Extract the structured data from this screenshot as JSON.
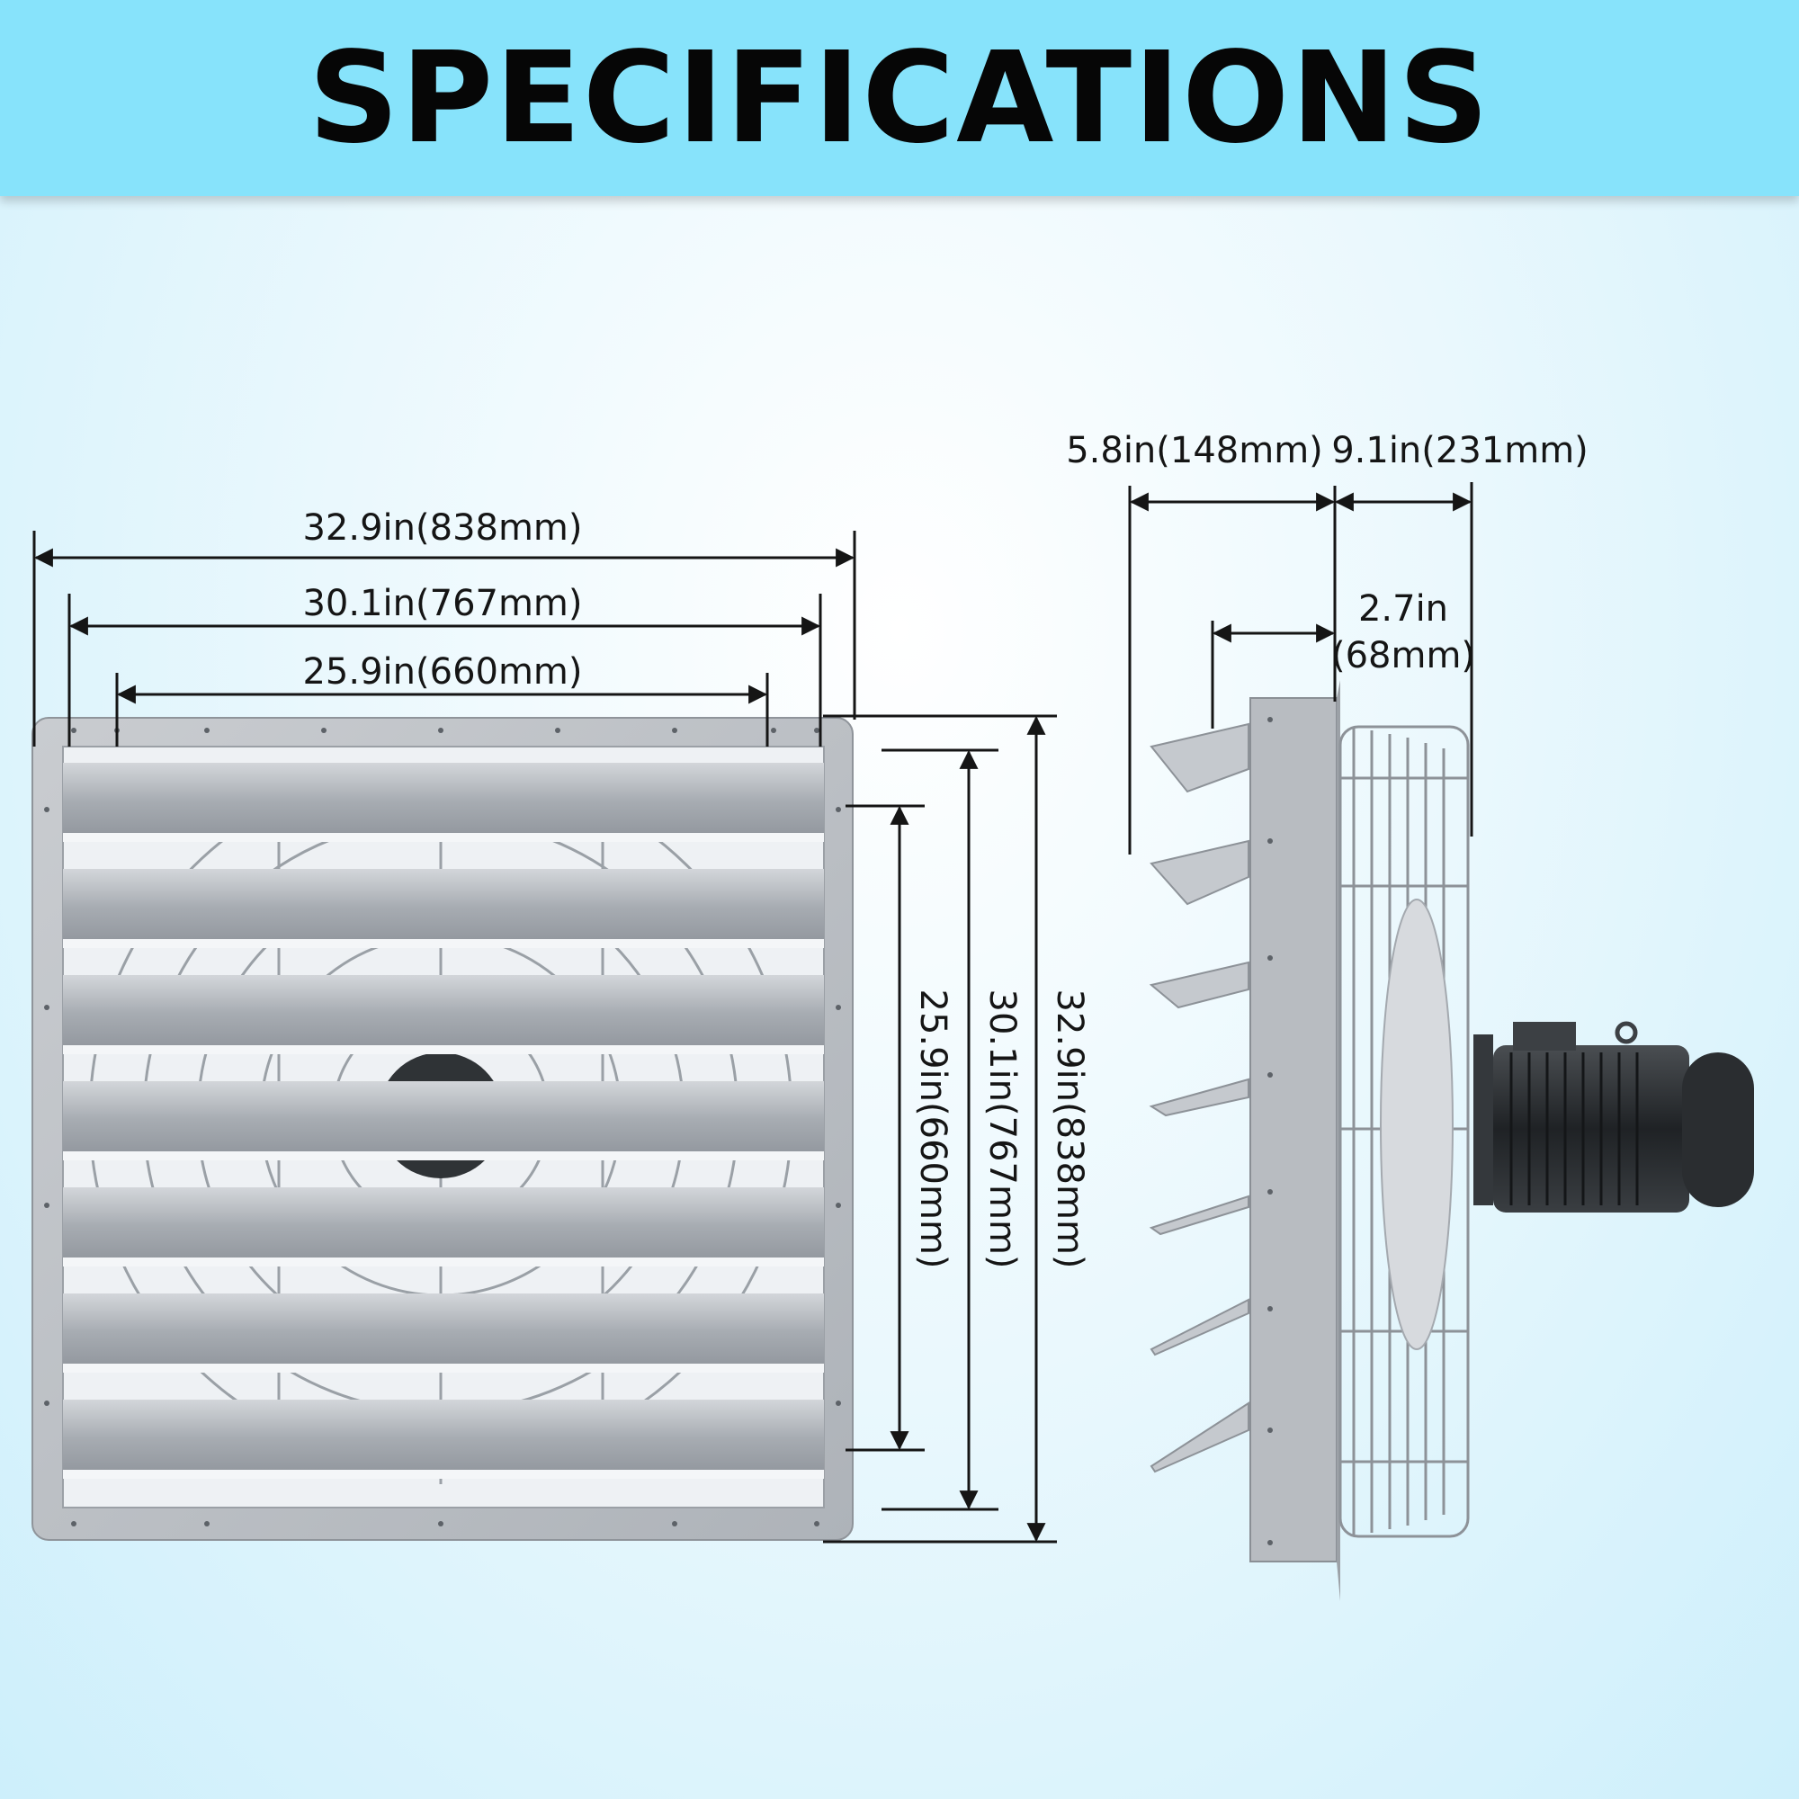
{
  "header": {
    "title": "SPECIFICATIONS"
  },
  "colors": {
    "banner": "#87e3fb",
    "dimension_line": "#151515",
    "metal": "#b9bdc3",
    "motor": "#2a2d30"
  },
  "front_view": {
    "width_outer": "32.9in(838mm)",
    "width_mid": "30.1in(767mm)",
    "width_inner": "25.9in(660mm)",
    "height_outer": "32.9in(838mm)",
    "height_mid": "30.1in(767mm)",
    "height_inner": "25.9in(660mm)"
  },
  "side_view": {
    "depth_front": "5.8in(148mm)",
    "depth_back": "9.1in(231mm)",
    "shutter_depth_in": "2.7in",
    "shutter_depth_mm": "(68mm)"
  }
}
